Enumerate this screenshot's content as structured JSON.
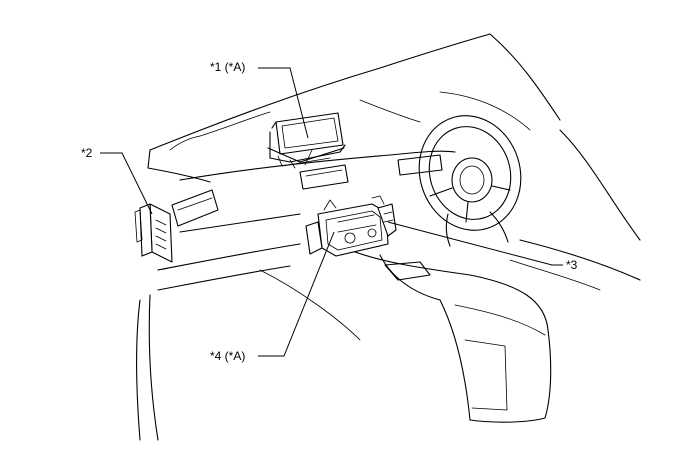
{
  "callouts": [
    {
      "id": "1",
      "text": "*1 (*A)"
    },
    {
      "id": "2",
      "text": "*2"
    },
    {
      "id": "3",
      "text": "*3"
    },
    {
      "id": "4",
      "text": "*4 (*A)"
    }
  ]
}
